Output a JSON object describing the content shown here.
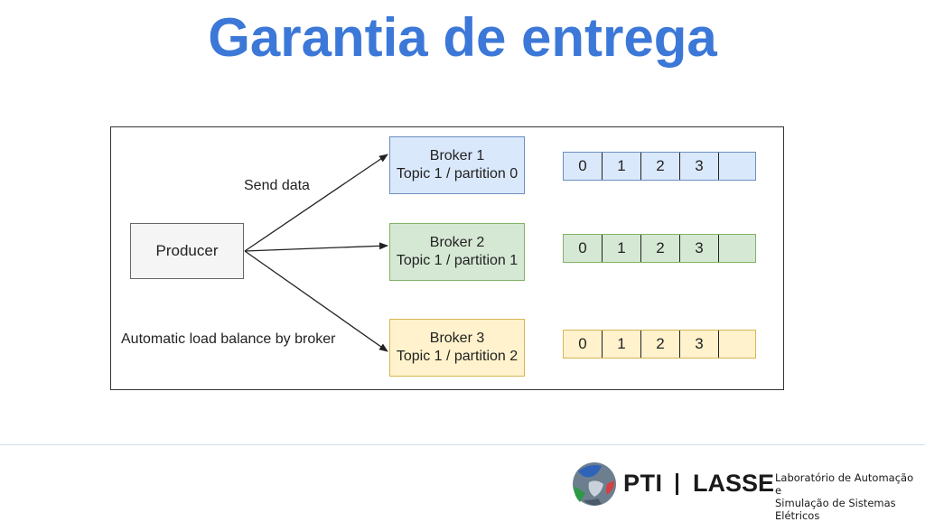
{
  "title": "Garantia de entrega",
  "diagram": {
    "producer": "Producer",
    "edge_labels": {
      "send": "Send data",
      "balance": "Automatic load balance by broker"
    },
    "brokers": [
      {
        "name": "Broker 1",
        "topic": "Topic 1 / partition 0",
        "fill": "#dae8fc",
        "stroke": "#6c8ebf"
      },
      {
        "name": "Broker 2",
        "topic": "Topic 1 / partition 1",
        "fill": "#d5e8d4",
        "stroke": "#82b366"
      },
      {
        "name": "Broker 3",
        "topic": "Topic 1 / partition 2",
        "fill": "#fff2cc",
        "stroke": "#d6b656"
      }
    ],
    "partitions": [
      {
        "offsets": [
          "0",
          "1",
          "2",
          "3"
        ]
      },
      {
        "offsets": [
          "0",
          "1",
          "2",
          "3"
        ]
      },
      {
        "offsets": [
          "0",
          "1",
          "2",
          "3"
        ]
      }
    ]
  },
  "footer": {
    "logo_pti": "PTI",
    "logo_lasse": "LASSE",
    "lab_line1": "Laboratório de Automação e",
    "lab_line2": "Simulação de Sistemas Elétricos"
  },
  "colors": {
    "title": "#3c78d8"
  }
}
